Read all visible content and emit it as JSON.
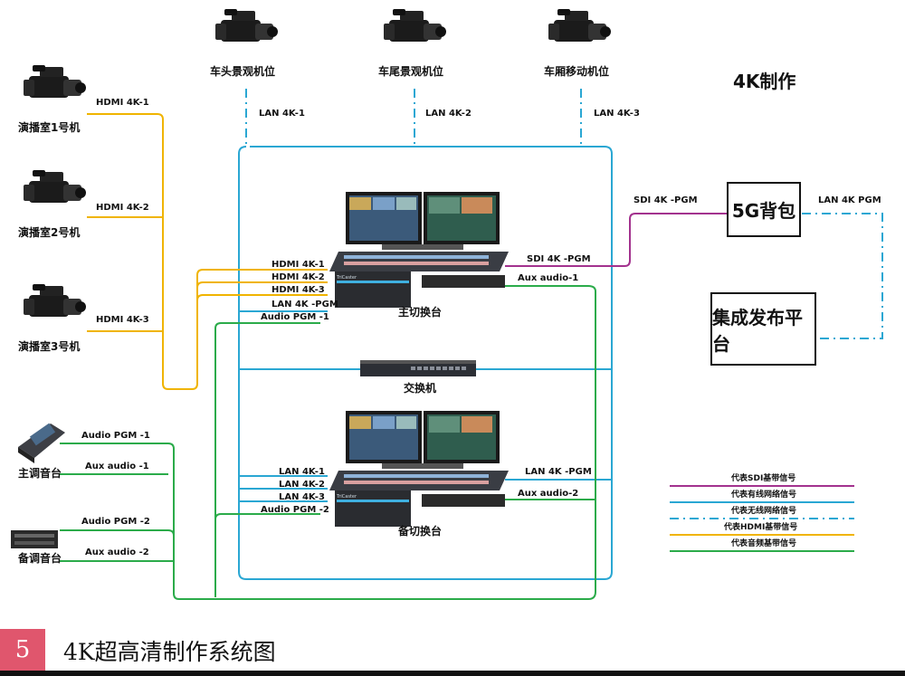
{
  "title": "4K制作",
  "cameras": {
    "head": "车头景观机位",
    "tail": "车尾景观机位",
    "car": "车厢移动机位",
    "studio1": "演播室1号机",
    "studio2": "演播室2号机",
    "studio3": "演播室3号机"
  },
  "signals": {
    "lan1": "LAN 4K-1",
    "lan2": "LAN 4K-2",
    "lan3": "LAN 4K-3",
    "hdmi1": "HDMI 4K-1",
    "hdmi2": "HDMI 4K-2",
    "hdmi3": "HDMI 4K-3",
    "lan_pgm": "LAN 4K -PGM",
    "audio_pgm1": "Audio PGM -1",
    "audio_pgm2": "Audio PGM -2",
    "sdi_pgm": "SDI 4K -PGM",
    "sdi_pgm_out": "SDI  4K -PGM",
    "aux1": "Aux audio-1",
    "aux2": "Aux audio-2",
    "lan_pgm_5g": "LAN 4K PGM",
    "audio_pgm_mixer1": "Audio PGM -1",
    "aux_mixer1": "Aux audio -1",
    "audio_pgm_mixer2": "Audio PGM -2",
    "aux_mixer2": "Aux audio -2"
  },
  "devices": {
    "main_switcher": "主切换台",
    "backup_switcher": "备切换台",
    "network_switch": "交换机",
    "backpack": "5G背包",
    "platform": "集成发布平台",
    "main_mixer": "主调音台",
    "backup_mixer": "备调音台",
    "brand": "TriCaster"
  },
  "legend": [
    {
      "text": "代表SDI基带信号",
      "color": "#a3328e",
      "style": "solid"
    },
    {
      "text": "代表有线网络信号",
      "color": "#2aa7d3",
      "style": "solid"
    },
    {
      "text": "代表无线网络信号",
      "color": "#2aa7d3",
      "style": "dashdot"
    },
    {
      "text": "代表HDMI基带信号",
      "color": "#f0b400",
      "style": "solid"
    },
    {
      "text": "代表音频基带信号",
      "color": "#2bab4a",
      "style": "solid"
    }
  ],
  "colors": {
    "sdi": "#a3328e",
    "lan": "#2aa7d3",
    "hdmi": "#f0b400",
    "audio": "#2bab4a",
    "caption": "#e0566d"
  },
  "caption": {
    "number": "5",
    "text": "4K超高清制作系统图"
  }
}
